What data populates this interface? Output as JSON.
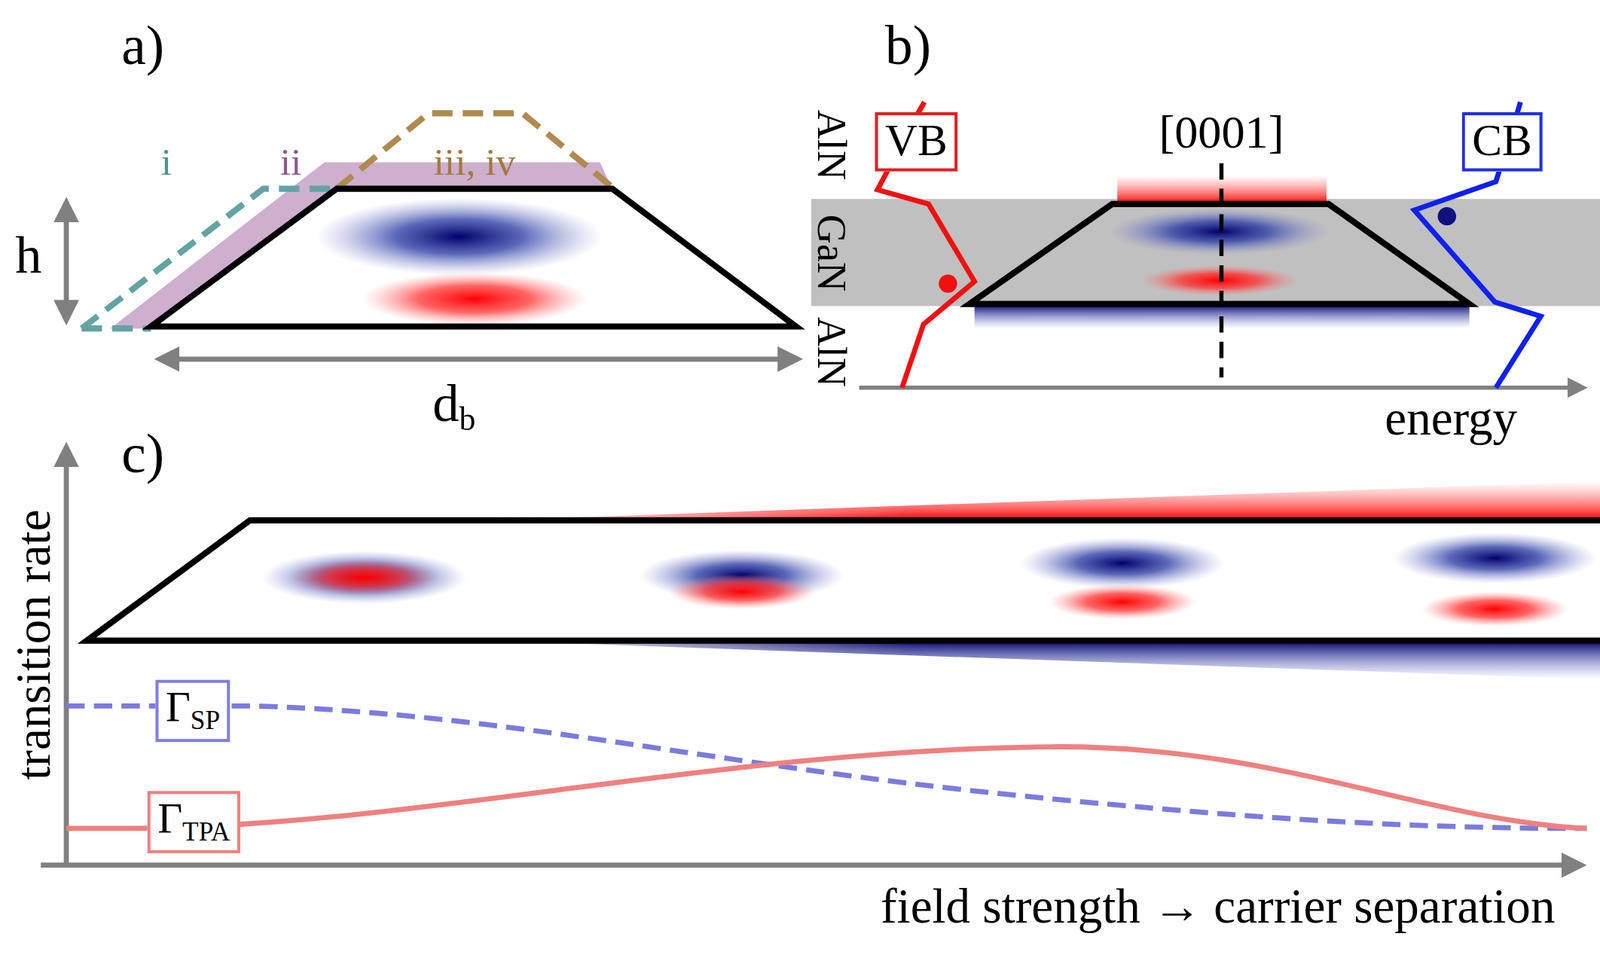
{
  "diagram": {
    "nodes": [
      {
        "text": [
          "VB"
        ]
      },
      {
        "text": [
          "CB"
        ]
      },
      {
        "text": [
          "ΓSP"
        ]
      },
      {
        "text": [
          "ΓTPA"
        ]
      }
    ],
    "labels": [
      "a)",
      "i",
      "ii",
      "iii, iv",
      "h",
      "db",
      "b)",
      "AlN",
      "GaN",
      "AlN",
      "[0001]",
      "energy",
      "c)",
      "transition rate",
      "field strength → carrier separation"
    ]
  }
}
